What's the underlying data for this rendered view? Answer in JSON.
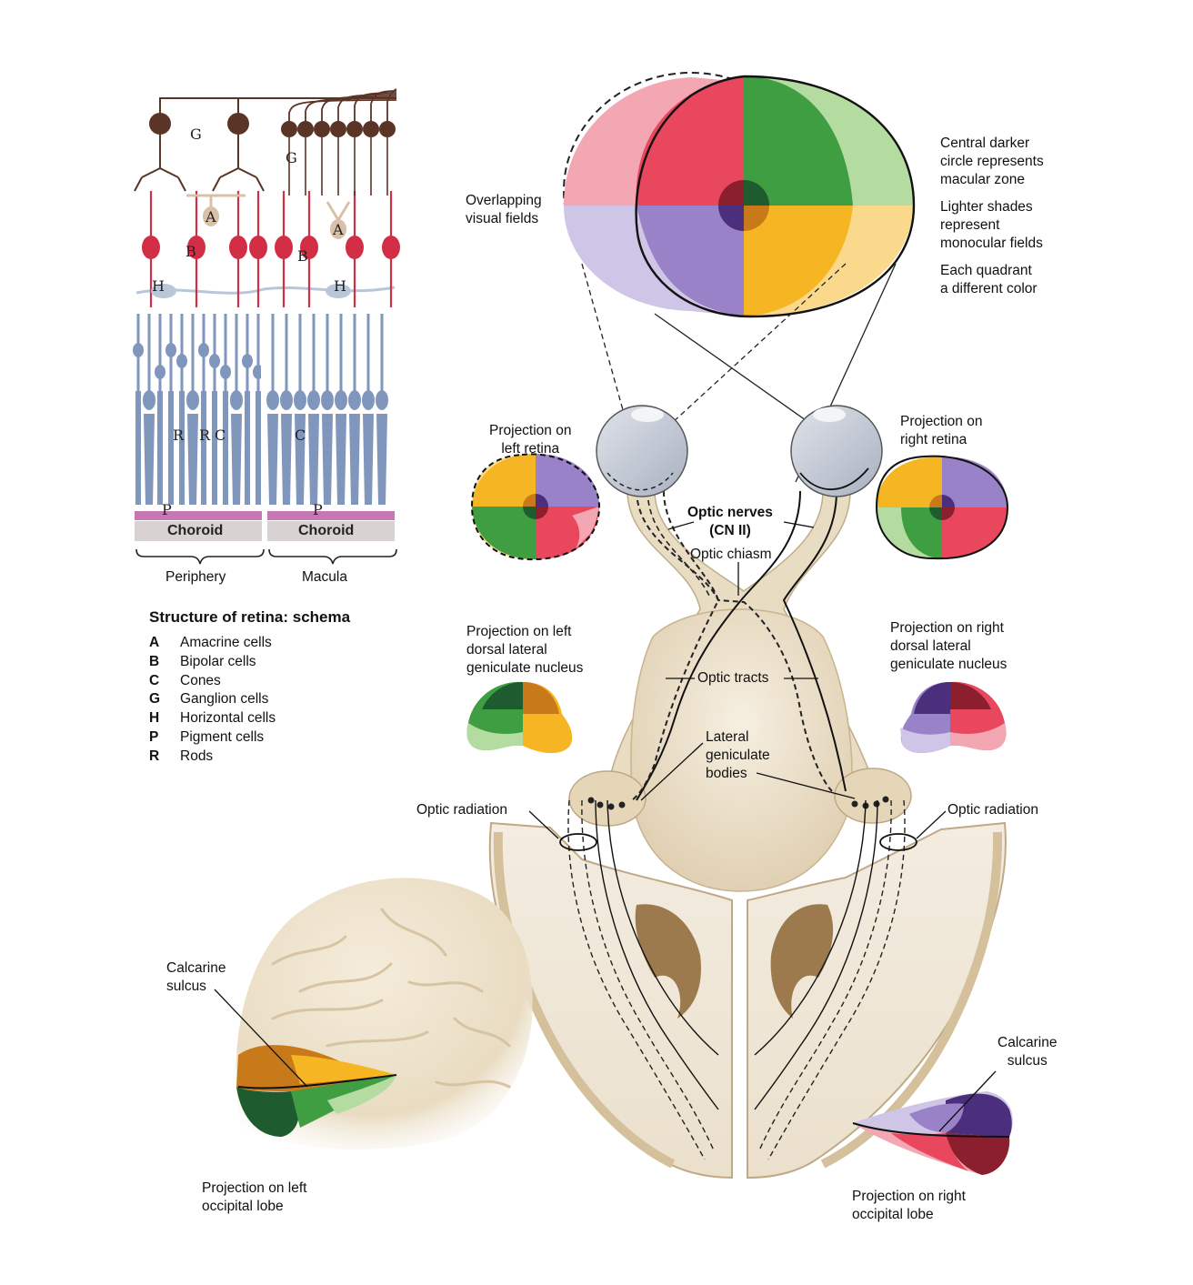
{
  "retina": {
    "letters": {
      "g": "G",
      "a": "A",
      "b": "B",
      "h": "H",
      "r": "R",
      "c": "C",
      "p": "P"
    },
    "choroid": "Choroid",
    "periphery": "Periphery",
    "macula": "Macula"
  },
  "legend": {
    "title": "Structure of retina: schema",
    "items": [
      {
        "key": "A",
        "text": "Amacrine cells"
      },
      {
        "key": "B",
        "text": "Bipolar cells"
      },
      {
        "key": "C",
        "text": "Cones"
      },
      {
        "key": "G",
        "text": "Ganglion cells"
      },
      {
        "key": "H",
        "text": "Horizontal cells"
      },
      {
        "key": "P",
        "text": "Pigment cells"
      },
      {
        "key": "R",
        "text": "Rods"
      }
    ]
  },
  "labels": {
    "overlapping": "Overlapping\nvisual fields",
    "central": "Central darker\ncircle represents\nmacular zone",
    "lighter": "Lighter shades\nrepresent\nmonocular fields",
    "quadrant": "Each quadrant\na different color",
    "proj_left_retina": "Projection on\nleft retina",
    "proj_right_retina": "Projection on\nright retina",
    "optic_nerves": "Optic nerves\n(CN II)",
    "optic_chiasm": "Optic chiasm",
    "proj_left_lgn": "Projection on left\ndorsal lateral\ngeniculate nucleus",
    "proj_right_lgn": "Projection on right\ndorsal lateral\ngeniculate nucleus",
    "optic_tracts": "Optic tracts",
    "lateral_geniculate": "Lateral\ngeniculate\nbodies",
    "optic_radiation_left": "Optic radiation",
    "optic_radiation_right": "Optic radiation",
    "calcarine_left": "Calcarine\nsulcus",
    "calcarine_right": "Calcarine\nsulcus",
    "proj_left_occipital": "Projection on left\noccipital lobe",
    "proj_right_occipital": "Projection on right\noccipital lobe"
  },
  "colors": {
    "upper_left_field": "#e8475d",
    "upper_left_light": "#f2a7b3",
    "upper_right_field": "#3f9e42",
    "upper_right_light": "#b5dca0",
    "lower_left_field": "#9a82c8",
    "lower_left_light": "#cfc5e6",
    "lower_right_field": "#f6b623",
    "lower_right_light": "#fbd98c",
    "macula_dark_red": "#8b1f2e",
    "macula_dark_green": "#1e5b2e",
    "macula_dark_purple": "#4b2f7d",
    "macula_dark_orange": "#c87a1a",
    "nerve_fill": "#e8dcc3",
    "brain_fill": "#efe4cf",
    "retina_blue": "#8096bd",
    "bipolar_red": "#d22e45",
    "ganglion_brown": "#5a3426"
  }
}
